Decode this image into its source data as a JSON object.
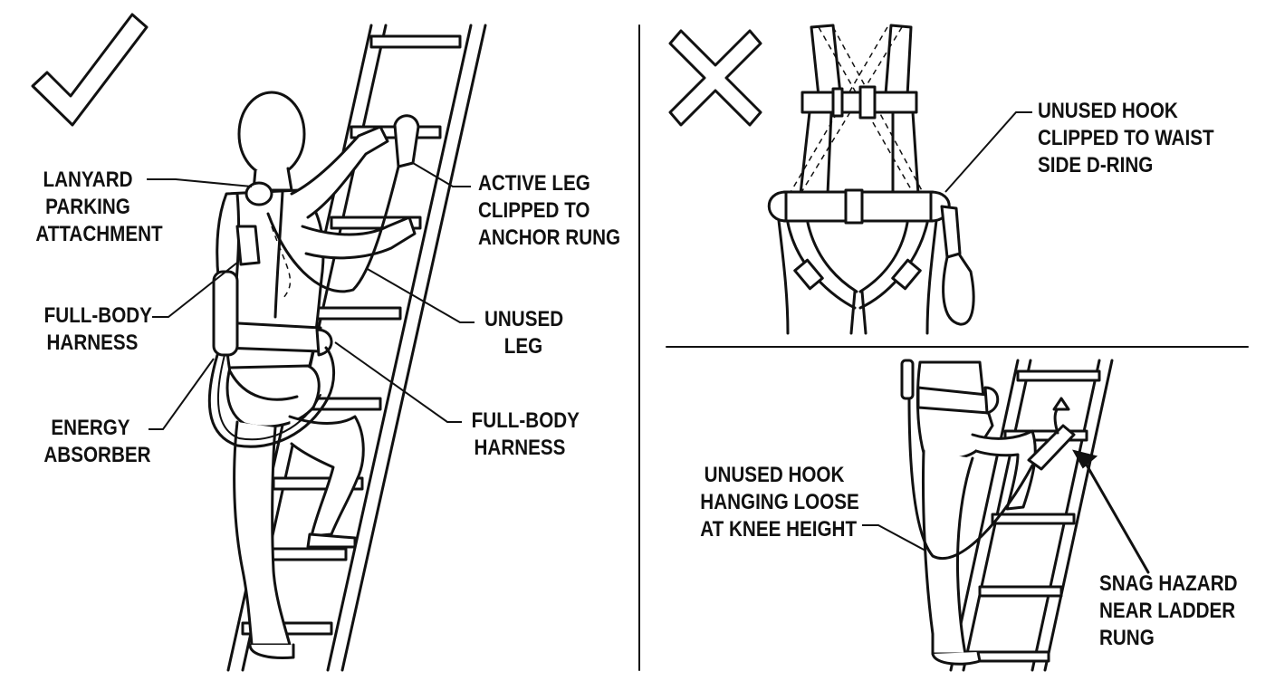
{
  "colors": {
    "ink": "#111111",
    "paper": "#ffffff"
  },
  "icons": {
    "correct": "checkmark-icon",
    "incorrect": "cross-icon"
  },
  "correct_panel": {
    "labels": {
      "parking": [
        "LANYARD",
        "PARKING",
        "ATTACHMENT"
      ],
      "harness_left": [
        "FULL-BODY",
        "HARNESS"
      ],
      "absorber": [
        "ENERGY",
        "ABSORBER"
      ],
      "active_leg": [
        "ACTIVE LEG",
        "CLIPPED TO",
        "ANCHOR RUNG"
      ],
      "unused_leg": [
        "UNUSED",
        "LEG"
      ],
      "harness_right": [
        "FULL-BODY",
        "HARNESS"
      ]
    }
  },
  "incorrect_top": {
    "labels": {
      "waist_hook": [
        "UNUSED HOOK",
        "CLIPPED TO WAIST",
        "SIDE D-RING"
      ]
    }
  },
  "incorrect_bottom": {
    "labels": {
      "loose_hook": [
        "UNUSED HOOK",
        "HANGING LOOSE",
        "AT KNEE HEIGHT"
      ],
      "snag": [
        "SNAG HAZARD",
        "NEAR LADDER",
        "RUNG"
      ]
    }
  }
}
